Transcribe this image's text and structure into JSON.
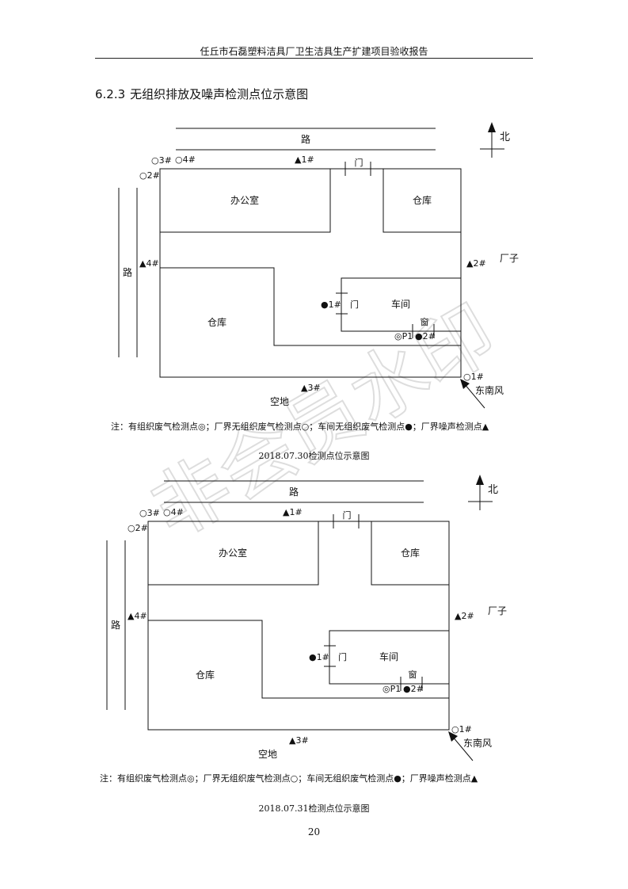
{
  "header": {
    "title": "任丘市石磊塑料洁具厂卫生洁具生产扩建项目验收报告"
  },
  "section": {
    "number": "6.2.3",
    "title": "无组织排放及噪声检测点位示意图"
  },
  "diagram_labels": {
    "road": "路",
    "north": "北",
    "gate": "门",
    "office": "办公室",
    "warehouse": "仓库",
    "workshop": "车间",
    "window": "窗",
    "factory": "厂子",
    "empty_lot": "空地",
    "wind": "东南风",
    "markers": {
      "o1": "○1#",
      "o2": "○2#",
      "o3": "○3#",
      "o4": "○4#",
      "n1": "▲1#",
      "n2": "▲2#",
      "n3": "▲3#",
      "n4": "▲4#",
      "w1": "●1#",
      "w2": "●2#",
      "p1": "◎P1"
    }
  },
  "notes": {
    "legend": "注：有组织废气检测点◎；厂界无组织废气检测点○；车间无组织废气检测点●；厂界噪声检测点▲"
  },
  "captions": {
    "diagram_1": "2018.07.30检测点位示意图",
    "diagram_2": "2018.07.31检测点位示意图"
  },
  "footer": {
    "page_number": "20"
  },
  "watermark": {
    "text": "非会员水印"
  }
}
